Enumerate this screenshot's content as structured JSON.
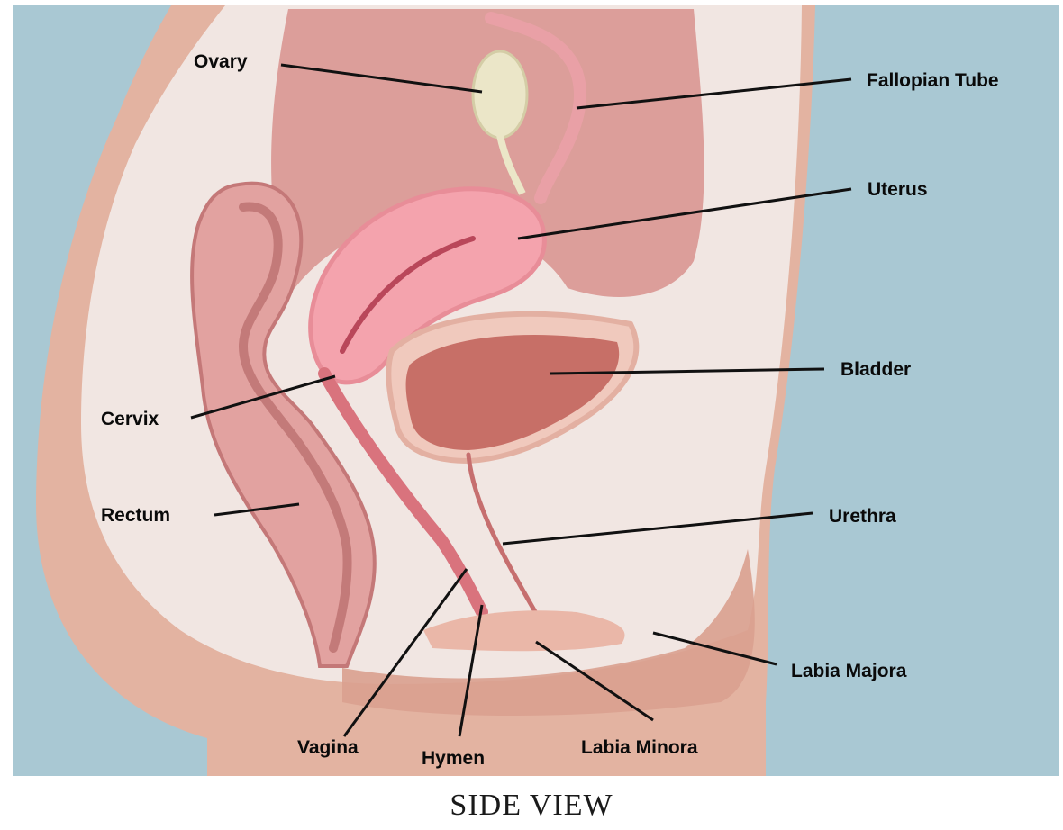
{
  "diagram": {
    "labels": {
      "ovary": "Ovary",
      "fallopian_tube": "Fallopian Tube",
      "uterus": "Uterus",
      "bladder": "Bladder",
      "cervix": "Cervix",
      "rectum": "Rectum",
      "urethra": "Urethra",
      "labia_majora": "Labia Majora",
      "vagina": "Vagina",
      "hymen": "Hymen",
      "labia_minora": "Labia Minora"
    },
    "caption": "SIDE VIEW"
  },
  "colors": {
    "background": "#a9c8d3",
    "skin": "#e3b3a1",
    "cavity": "#f1e6e2",
    "tissue": "#e9a4a4",
    "uterus": "#f4a3ad",
    "bladder": "#c76f67",
    "ovary": "#ebe6c8",
    "leader": "#111111"
  }
}
